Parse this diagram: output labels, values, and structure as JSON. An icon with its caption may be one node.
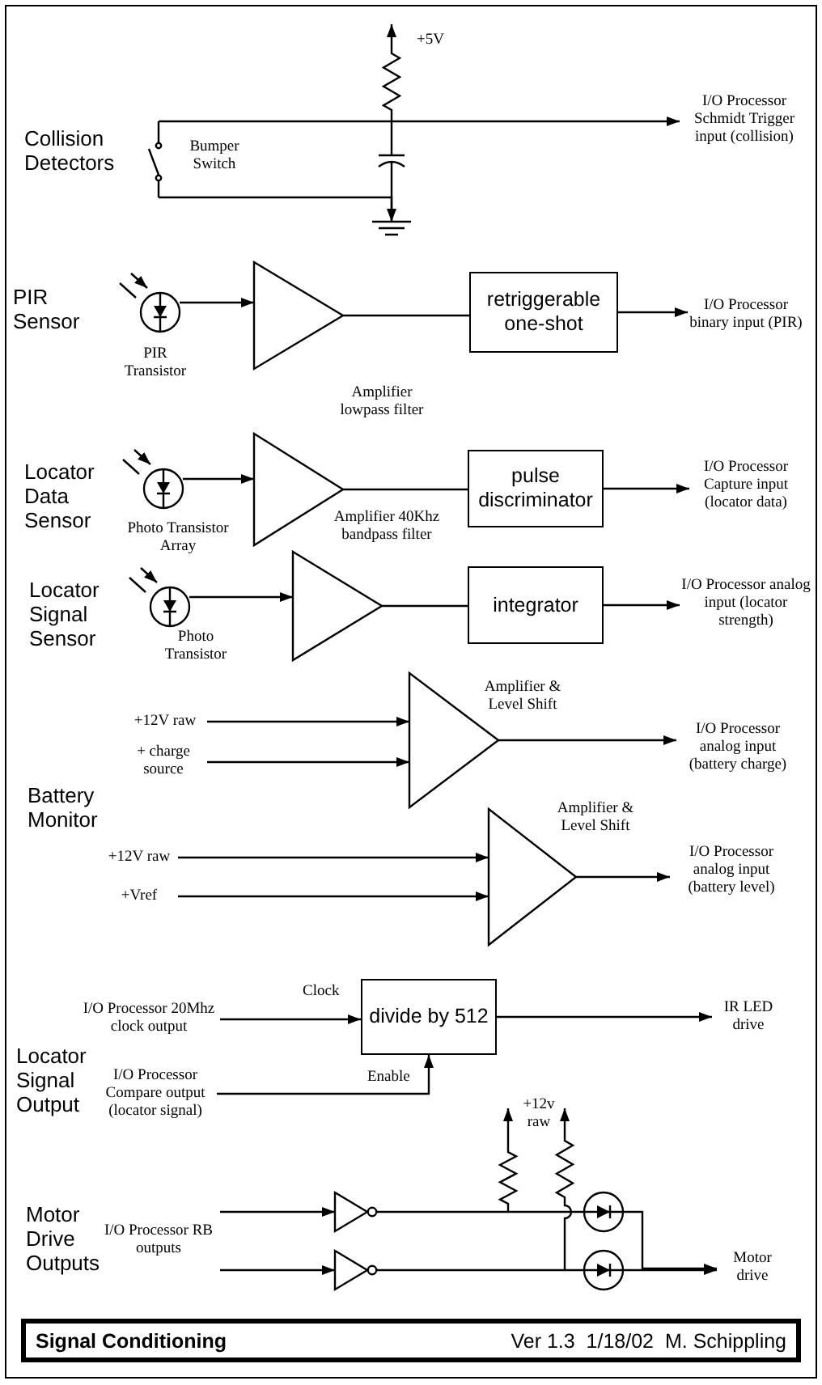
{
  "diagram": {
    "title": "Signal Conditioning",
    "caption": "Ver 1.3  1/18/02  M. Schippling",
    "nodes": [
      {
        "text": [],
        "shape": "switch",
        "beside": [
          "Bumper Switch"
        ]
      },
      {
        "text": [
          "I/O Processor Schmidt Trigger input (collision)"
        ]
      },
      {
        "text": [],
        "shape": "circle",
        "beside": [
          "PIR Transistor"
        ]
      },
      {
        "text": [],
        "shape": "triangle",
        "beside": [
          "Amplifier lowpass filter"
        ]
      },
      {
        "text": [
          "retriggerable one-shot"
        ]
      },
      {
        "text": [
          "I/O Processor binary input (PIR)"
        ]
      },
      {
        "text": [],
        "shape": "circle",
        "beside": [
          "Photo Transistor Array"
        ]
      },
      {
        "text": [],
        "shape": "triangle",
        "beside": [
          "Amplifier 40Khz bandpass filter"
        ]
      },
      {
        "text": [
          "pulse discriminator"
        ]
      },
      {
        "text": [
          "I/O Processor Capture input (locator data)"
        ]
      },
      {
        "text": [],
        "shape": "circle",
        "beside": [
          "Photo Transistor"
        ]
      },
      {
        "text": [],
        "shape": "triangle"
      },
      {
        "text": [
          "integrator"
        ]
      },
      {
        "text": [
          "I/O Processor analog input (locator strength)"
        ]
      },
      {
        "text": [
          "+12V raw"
        ]
      },
      {
        "text": [
          "+ charge source"
        ]
      },
      {
        "text": [],
        "shape": "triangle",
        "beside": [
          "Amplifier & Level Shift"
        ]
      },
      {
        "text": [
          "I/O Processor analog input (battery charge)"
        ]
      },
      {
        "text": [
          "+12V raw"
        ]
      },
      {
        "text": [
          "+Vref"
        ]
      },
      {
        "text": [],
        "shape": "triangle",
        "beside": [
          "Amplifier & Level Shift"
        ]
      },
      {
        "text": [
          "I/O Processor analog input (battery level)"
        ]
      },
      {
        "text": [
          "I/O Processor 20Mhz clock output"
        ]
      },
      {
        "text": [
          "divide by 512"
        ]
      },
      {
        "text": [
          "IR LED drive"
        ]
      },
      {
        "text": [
          "I/O Processor Compare output (locator signal)"
        ]
      },
      {
        "text": [],
        "shape": "triangle"
      },
      {
        "text": [],
        "shape": "triangle"
      },
      {
        "text": [],
        "shape": "circle"
      },
      {
        "text": [],
        "shape": "circle"
      },
      {
        "text": [
          "Motor drive"
        ]
      },
      {
        "text": [
          "I/O Processor RB outputs"
        ]
      },
      {
        "text": [],
        "shape": "ground"
      }
    ],
    "edges": [
      {
        "from": 0,
        "to": 1,
        "arrow": "to"
      },
      {
        "from": 2,
        "to": 3,
        "arrow": "to"
      },
      {
        "from": 3,
        "to": 4,
        "arrow": "none"
      },
      {
        "from": 4,
        "to": 5,
        "arrow": "to"
      },
      {
        "from": 6,
        "to": 7,
        "arrow": "to"
      },
      {
        "from": 7,
        "to": 8,
        "arrow": "none"
      },
      {
        "from": 8,
        "to": 9,
        "arrow": "to"
      },
      {
        "from": 10,
        "to": 11,
        "arrow": "to"
      },
      {
        "from": 11,
        "to": 12,
        "arrow": "none"
      },
      {
        "from": 12,
        "to": 13,
        "arrow": "to"
      },
      {
        "from": 14,
        "to": 16,
        "arrow": "to"
      },
      {
        "from": 15,
        "to": 16,
        "arrow": "to"
      },
      {
        "from": 16,
        "to": 17,
        "arrow": "to"
      },
      {
        "from": 18,
        "to": 20,
        "arrow": "to"
      },
      {
        "from": 19,
        "to": 20,
        "arrow": "to"
      },
      {
        "from": 20,
        "to": 21,
        "arrow": "to"
      },
      {
        "from": 22,
        "to": 23,
        "label": "Clock",
        "arrow": "to"
      },
      {
        "from": 25,
        "to": 23,
        "label": "Enable",
        "arrow": "to"
      },
      {
        "from": 23,
        "to": 24,
        "arrow": "to"
      },
      {
        "from": 31,
        "to": 26,
        "arrow": "to"
      },
      {
        "from": 31,
        "to": 27,
        "arrow": "to"
      },
      {
        "from": 26,
        "to": 28,
        "arrow": "none"
      },
      {
        "from": 27,
        "to": 29,
        "arrow": "none"
      },
      {
        "from": 28,
        "to": 30,
        "arrow": "to"
      },
      {
        "from": 29,
        "to": 30,
        "arrow": "to"
      },
      {
        "from": 0,
        "to": 32,
        "arrow": "to"
      }
    ],
    "labels": [
      "+5V",
      "Collision Detectors",
      "PIR Sensor",
      "Locator Data Sensor",
      "Locator Signal Sensor",
      "Battery Monitor",
      "Locator Signal Output",
      "+12v raw",
      "Motor Drive Outputs"
    ]
  }
}
